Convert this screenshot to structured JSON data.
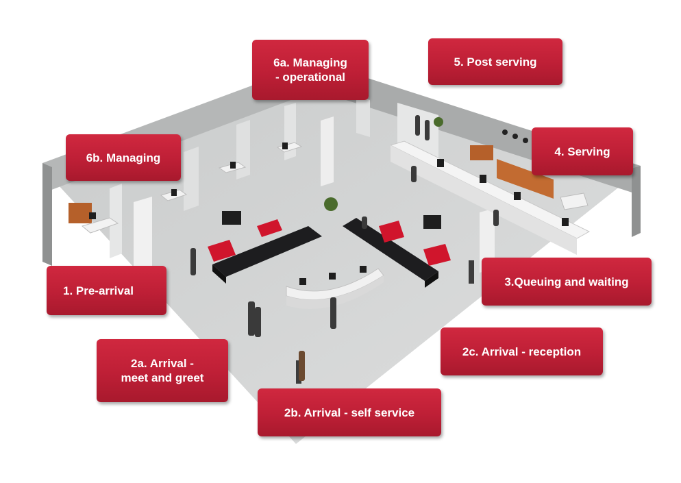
{
  "labels": {
    "managing_operational": {
      "line1": "6a. Managing",
      "line2": "- operational"
    },
    "post_serving": "5. Post serving",
    "managing": "6b. Managing",
    "serving": "4. Serving",
    "pre_arrival": "1. Pre-arrival",
    "queuing_waiting": "3.Queuing and waiting",
    "arrival_meet_greet": {
      "line1": "2a. Arrival -",
      "line2": "meet and greet"
    },
    "arrival_reception": "2c. Arrival - reception",
    "arrival_self_service": "2b. Arrival - self service"
  },
  "colors": {
    "label_fill": "#c0203a",
    "floor": "#d4d6d6",
    "wall": "#b7b9b9",
    "sofa": "#1d1d1f",
    "cushion": "#d0152c",
    "desk": "#eeeeee"
  }
}
